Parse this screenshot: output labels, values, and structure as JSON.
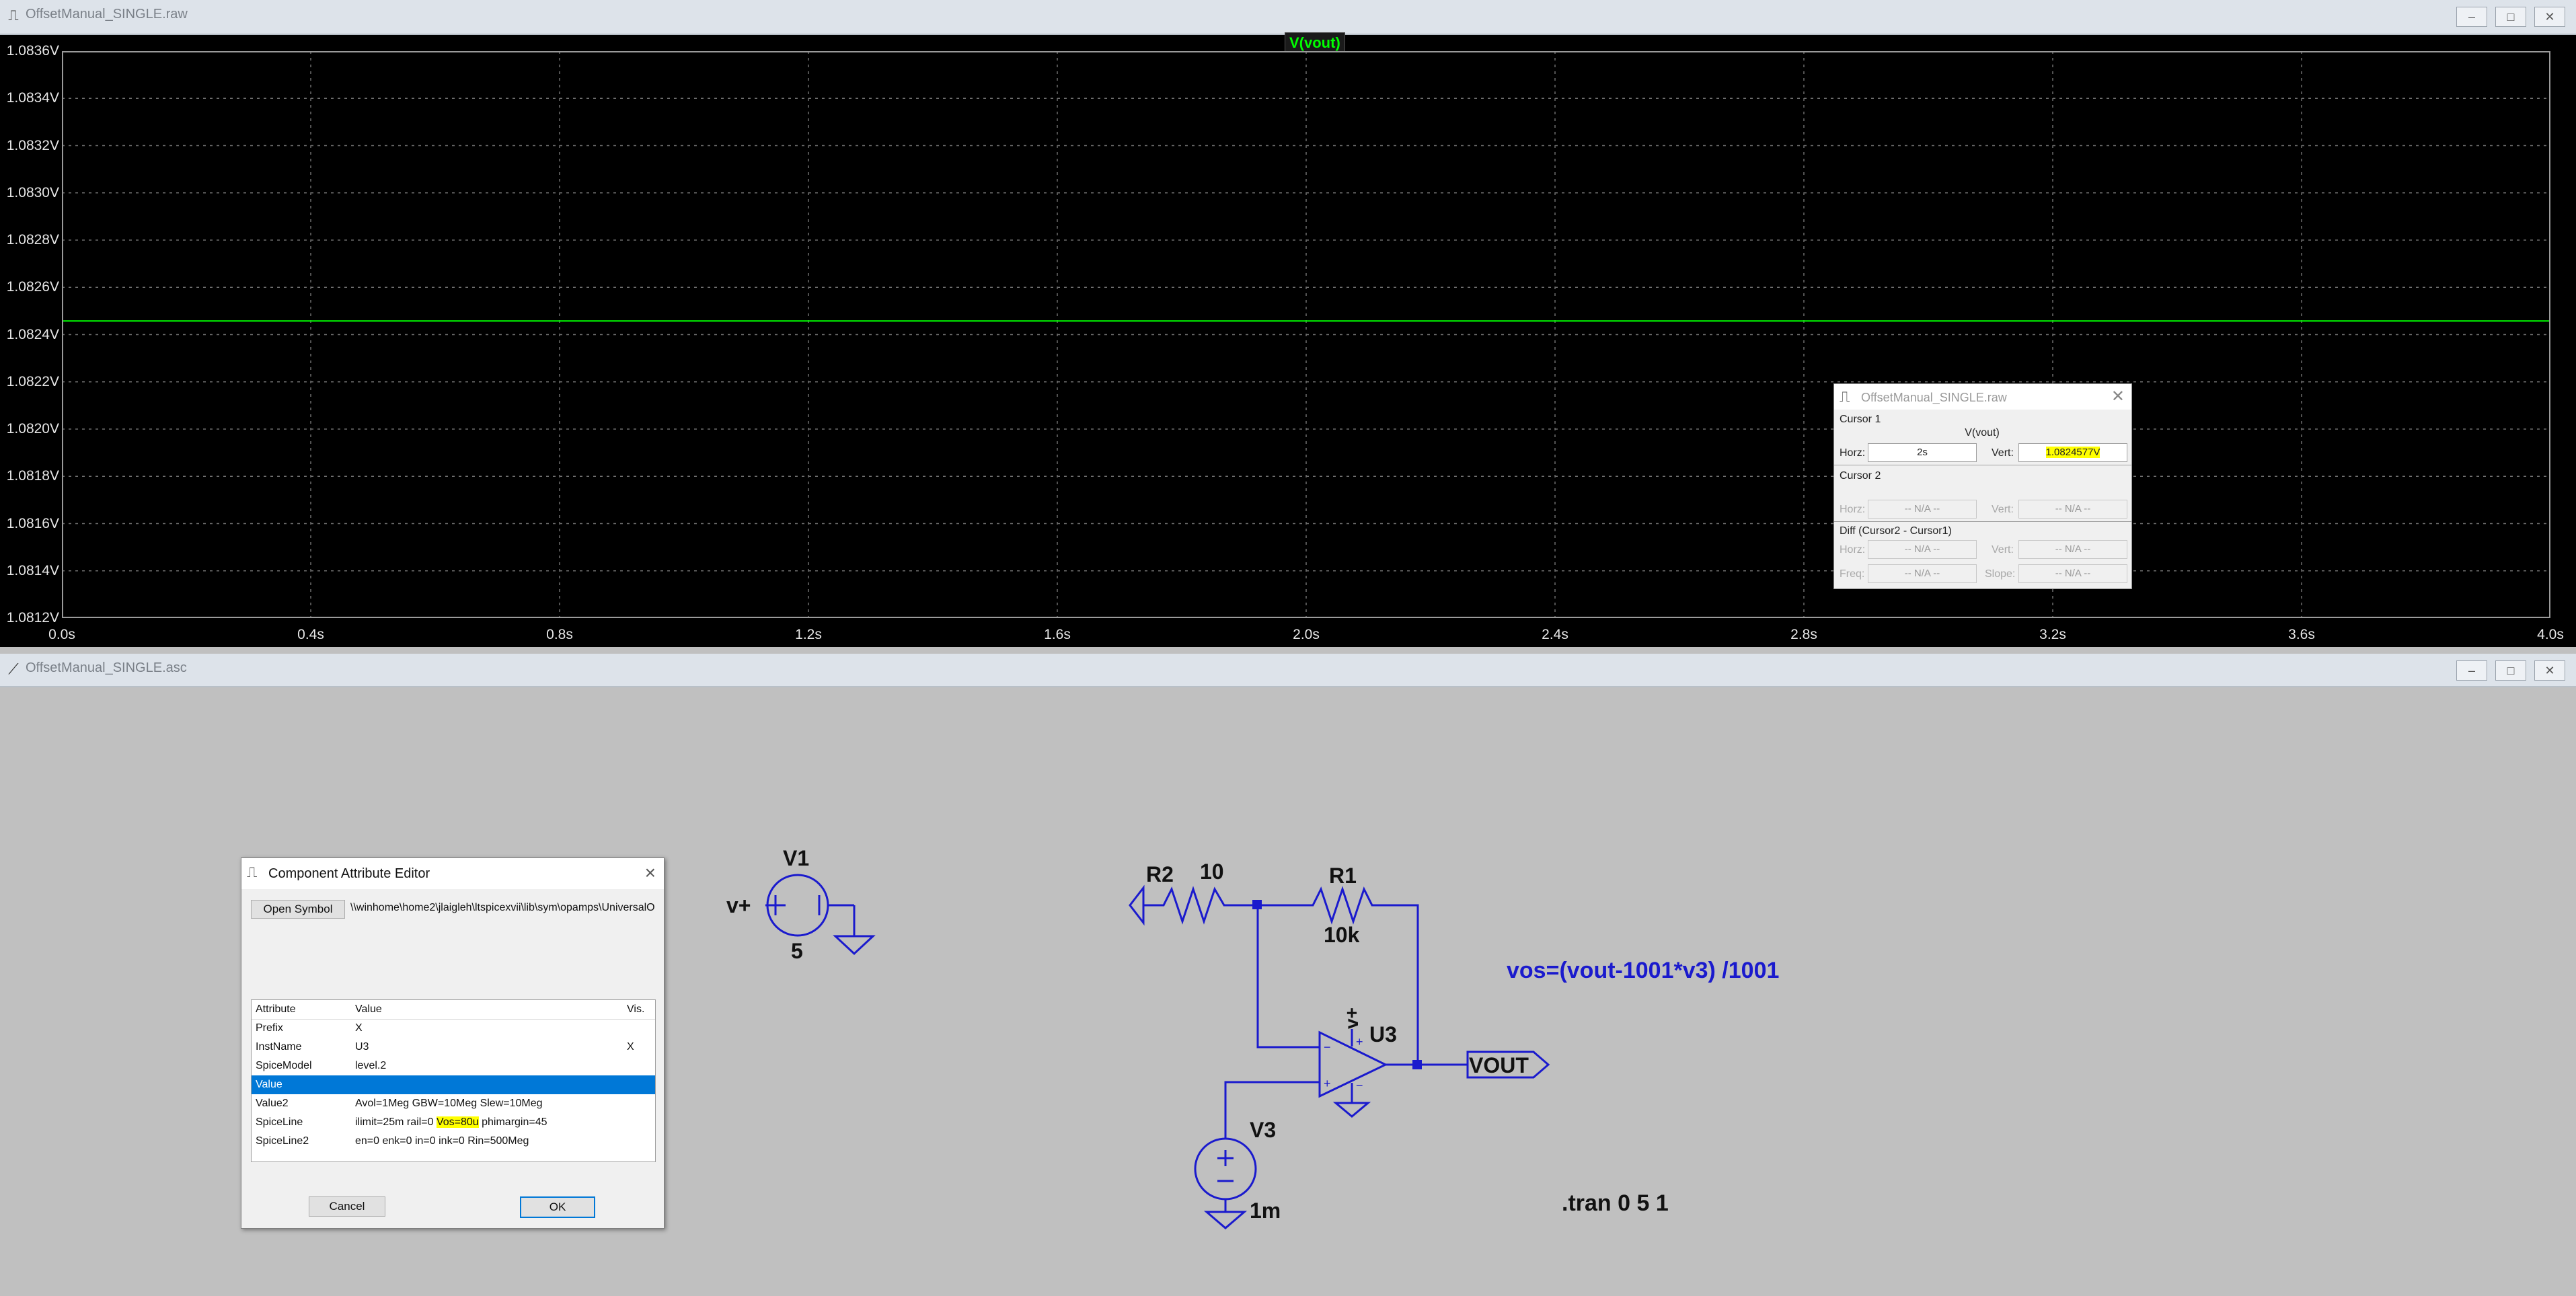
{
  "plot_window": {
    "title": "OffsetManual_SINGLE.raw",
    "trace_label": "V(vout)",
    "y_ticks": [
      "1.0836V",
      "1.0834V",
      "1.0832V",
      "1.0830V",
      "1.0828V",
      "1.0826V",
      "1.0824V",
      "1.0822V",
      "1.0820V",
      "1.0818V",
      "1.0816V",
      "1.0814V",
      "1.0812V"
    ],
    "x_ticks": [
      "0.0s",
      "0.4s",
      "0.8s",
      "1.2s",
      "1.6s",
      "2.0s",
      "2.4s",
      "2.8s",
      "3.2s",
      "3.6s",
      "4.0s"
    ],
    "trace_value_v": 1.0824577,
    "trace_color": "#00ff00"
  },
  "cursor_dialog": {
    "title": "OffsetManual_SINGLE.raw",
    "cursor1_label": "Cursor 1",
    "trace": "V(vout)",
    "horz_label": "Horz:",
    "horz_value": "2s",
    "vert_label": "Vert:",
    "vert_value": "1.0824577V",
    "cursor2_label": "Cursor 2",
    "na": "-- N/A --",
    "diff_label": "Diff (Cursor2 - Cursor1)",
    "freq_label": "Freq:",
    "slope_label": "Slope:"
  },
  "schematic_window": {
    "title": "OffsetManual_SINGLE.asc",
    "v1_name": "V1",
    "v1_value": "5",
    "vplus_label": "v+",
    "r2_name": "R2",
    "r2_value": "10",
    "r1_name": "R1",
    "r1_value": "10k",
    "u3_name": "U3",
    "opamp_supply_label": "v+",
    "v3_name": "V3",
    "v3_value": "1m",
    "vout_label": "VOUT",
    "formula": "vos=(vout-1001*v3) /1001",
    "directive": ".tran 0 5 1",
    "formula_color": "#1a1acd"
  },
  "attribute_editor": {
    "title": "Component Attribute Editor",
    "open_symbol_label": "Open Symbol",
    "symbol_path": "\\\\winhome\\home2\\jlaigleh\\ltspicexvii\\lib\\sym\\opamps\\UniversalOp",
    "col_attribute": "Attribute",
    "col_value": "Value",
    "col_vis": "Vis.",
    "rows": [
      {
        "attr": "Prefix",
        "value": "X",
        "vis": ""
      },
      {
        "attr": "InstName",
        "value": "U3",
        "vis": "X"
      },
      {
        "attr": "SpiceModel",
        "value": "level.2",
        "vis": ""
      },
      {
        "attr": "Value",
        "value": "",
        "vis": ""
      },
      {
        "attr": "Value2",
        "value": "Avol=1Meg GBW=10Meg Slew=10Meg",
        "vis": ""
      },
      {
        "attr": "SpiceLine",
        "value_pre": "ilimit=25m rail=0 ",
        "value_hl": "Vos=80u",
        "value_post": " phimargin=45",
        "vis": ""
      },
      {
        "attr": "SpiceLine2",
        "value": "en=0 enk=0 in=0 ink=0 Rin=500Meg",
        "vis": ""
      }
    ],
    "cancel_label": "Cancel",
    "ok_label": "OK"
  },
  "icons": {
    "app": "ltspice-icon",
    "minimize": "minimize-icon",
    "maximize": "maximize-icon",
    "close": "close-icon"
  }
}
